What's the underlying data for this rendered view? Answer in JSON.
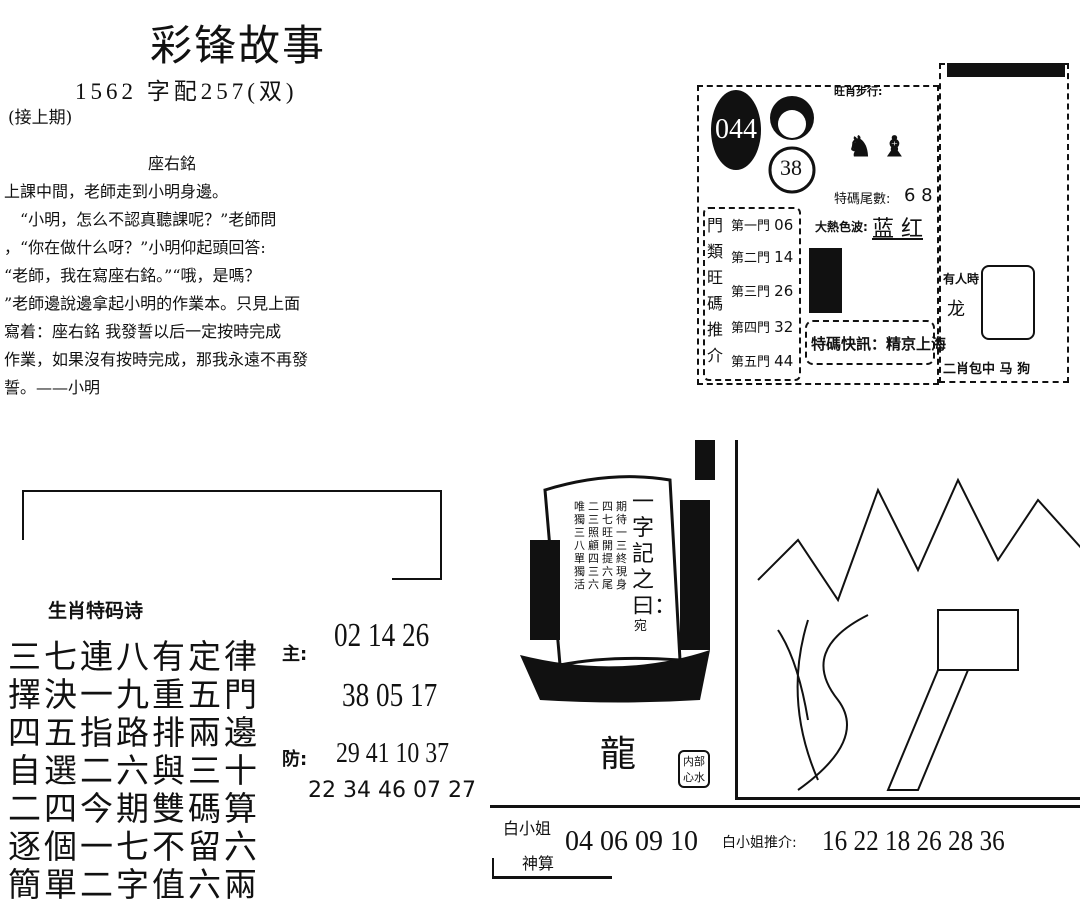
{
  "header": {
    "title": "彩锋故事",
    "issue": "1562 字配257(双)",
    "continued": "(接上期)"
  },
  "story": {
    "title": "座右銘",
    "lines": [
      "上課中間，老師走到小明身邊。",
      "　“小明，怎么不認真聽課呢？”老師問",
      "，“你在做什么呀？”小明仰起頭回答:",
      "“老師，我在寫座右銘。”“哦，是嗎？",
      "”老師邊說邊拿起小明的作業本。只見上面",
      "寫着：座右銘 我發誓以后一定按時完成",
      "作業，如果沒有按時完成，那我永遠不再發",
      "誓。——小明"
    ]
  },
  "panel": {
    "badge": "044",
    "ball": "38",
    "wang_label": "旺肖步行:",
    "tail_label": "特碼尾數:",
    "tail_value": "6 8",
    "color_label": "大熱色波:",
    "colors": "蓝 红",
    "side_label": "門類旺碼推介",
    "doors": [
      {
        "label": "第一門",
        "value": "06"
      },
      {
        "label": "第二門",
        "value": "14"
      },
      {
        "label": "第三門",
        "value": "26"
      },
      {
        "label": "第四門",
        "value": "32"
      },
      {
        "label": "第五門",
        "value": "44"
      }
    ],
    "slogan": "特碼快訊：精京上海",
    "zodiac_label": "二肖包中",
    "zodiac": "马 狗",
    "side_text": "有人時",
    "dragon": "龙"
  },
  "poem": {
    "title": "生肖特码诗",
    "lines": [
      "三七連八有定律",
      "擇決一九重五門",
      "四五指路排兩邊",
      "自選二六與三十",
      "二四今期雙碼算",
      "逐個一七不留六",
      "簡單二字值六兩"
    ],
    "main_label": "主:",
    "main_1": "02 14 26",
    "main_2": "38 05 17",
    "guard_label": "防:",
    "guard_1": "29 41 10 37",
    "guard_2": "22 34 46 07 27"
  },
  "ship": {
    "heading": "一字記之曰：",
    "end": "宛",
    "verses": [
      "期待一三終現身",
      "四七旺開提六尾",
      "二三照顧四三六",
      "唯獨三八單獨活"
    ],
    "stamp": "内部心水"
  },
  "footer": {
    "label_1": "白小姐",
    "label_2": "神算",
    "numbers": "04 06 09 10",
    "rec_label": "白小姐推介:",
    "rec_numbers": "16 22 18 26 28 36"
  }
}
